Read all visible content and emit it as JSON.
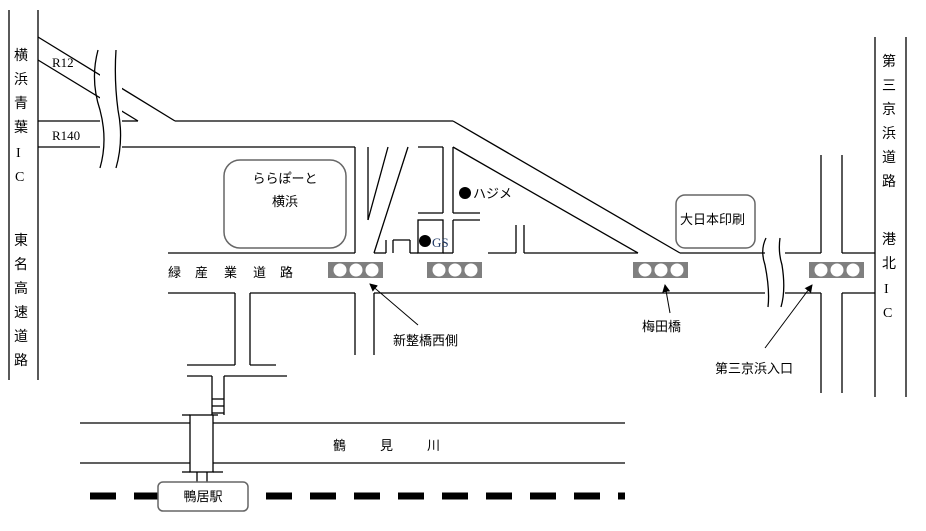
{
  "left_expressway": {
    "label_top": [
      "横",
      "浜",
      "青",
      "葉",
      "I",
      "C"
    ],
    "label_bottom": [
      "東",
      "名",
      "高",
      "速",
      "道",
      "路"
    ]
  },
  "right_expressway": {
    "label_top": [
      "第",
      "三",
      "京",
      "浜",
      "道",
      "路"
    ],
    "label_bottom": [
      "港",
      "北",
      "I",
      "C"
    ]
  },
  "roads": {
    "r12": "R12",
    "r140": "R140",
    "main": [
      "緑",
      "産",
      "業",
      "道",
      "路"
    ]
  },
  "landmarks": {
    "lalaport_line1": "ららぽーと",
    "lalaport_line2": "横浜",
    "hajime": "ハジメ",
    "gs": "GS",
    "dainippon": "大日本印刷",
    "station": "鴨居駅"
  },
  "river": [
    "鶴",
    "見",
    "川"
  ],
  "signals": {
    "shinseibashi": "新整橋西側",
    "umedabashi": "梅田橋",
    "daisankeihin": "第三京浜入口"
  },
  "colors": {
    "signal": "#7f7f7f",
    "ic_orange": "#c55a11",
    "ic_blue": "#1f3864"
  }
}
